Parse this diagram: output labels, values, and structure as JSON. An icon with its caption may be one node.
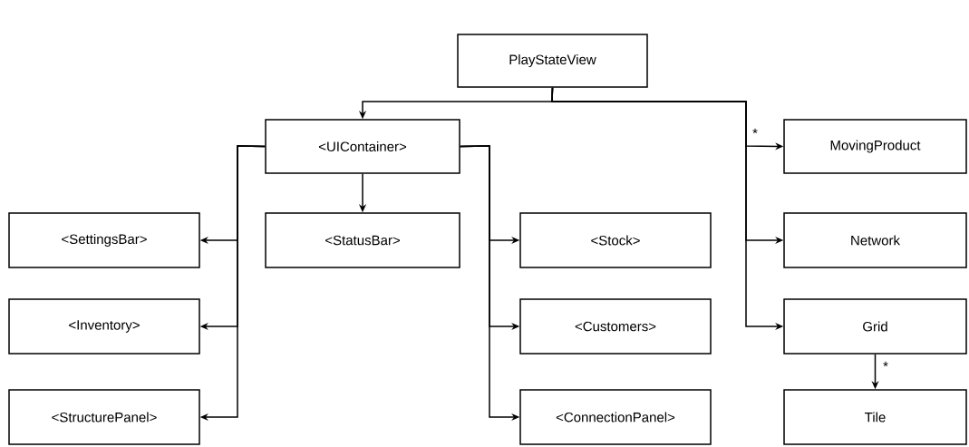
{
  "diagram": {
    "nodes": [
      {
        "text": [
          "PlayStateView"
        ]
      },
      {
        "text": [
          "<UIContainer>"
        ]
      },
      {
        "text": [
          "MovingProduct"
        ]
      },
      {
        "text": [
          "<SettingsBar>"
        ]
      },
      {
        "text": [
          "<StatusBar>"
        ]
      },
      {
        "text": [
          "<Stock>"
        ]
      },
      {
        "text": [
          "Network"
        ]
      },
      {
        "text": [
          "<Inventory>"
        ]
      },
      {
        "text": [
          "<Customers>"
        ]
      },
      {
        "text": [
          "Grid"
        ]
      },
      {
        "text": [
          "<StructurePanel>"
        ]
      },
      {
        "text": [
          "<ConnectionPanel>"
        ]
      },
      {
        "text": [
          "Tile"
        ]
      }
    ],
    "edges": [
      {
        "from": 0,
        "to": 1,
        "arrow": "to"
      },
      {
        "from": 0,
        "to": 2,
        "arrow": "to",
        "label": "*"
      },
      {
        "from": 0,
        "to": 6,
        "arrow": "to"
      },
      {
        "from": 0,
        "to": 9,
        "arrow": "to"
      },
      {
        "from": 1,
        "to": 3,
        "arrow": "to"
      },
      {
        "from": 1,
        "to": 7,
        "arrow": "to"
      },
      {
        "from": 1,
        "to": 10,
        "arrow": "to"
      },
      {
        "from": 1,
        "to": 4,
        "arrow": "to"
      },
      {
        "from": 1,
        "to": 5,
        "arrow": "to"
      },
      {
        "from": 1,
        "to": 8,
        "arrow": "to"
      },
      {
        "from": 1,
        "to": 11,
        "arrow": "to"
      },
      {
        "from": 9,
        "to": 12,
        "arrow": "to",
        "label": "*"
      }
    ]
  }
}
